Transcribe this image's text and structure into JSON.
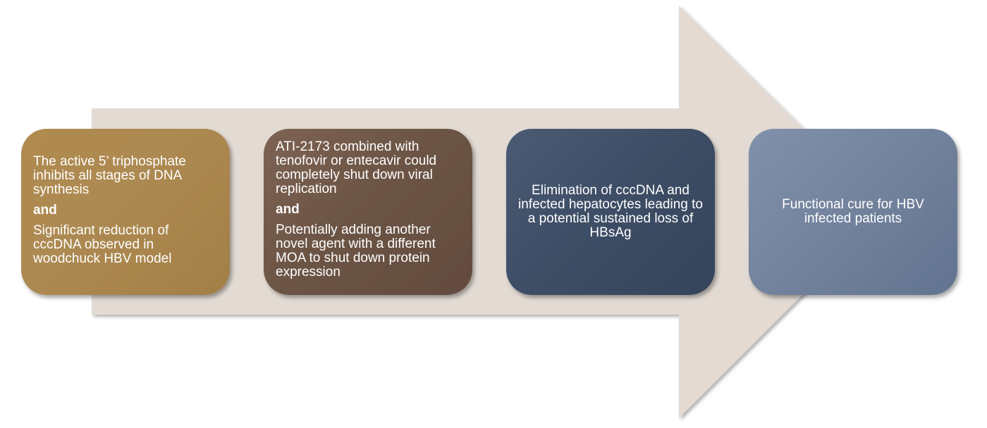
{
  "colors": {
    "arrow": "#e3dbd3",
    "box_1": "#ad8a52",
    "box_2": "#6c5545",
    "box_3": "#3e4e66",
    "box_4": "#74849e",
    "text": "#ffffff"
  },
  "steps": [
    {
      "text_a": "The active 5’ triphosphate inhibits all stages of DNA synthesis",
      "conjunction": "and",
      "text_b": "Significant reduction of cccDNA observed in woodchuck HBV model"
    },
    {
      "text_a": "ATI-2173 combined with tenofovir or entecavir could completely shut down viral replication",
      "conjunction": "and",
      "text_b": "Potentially adding another novel agent with a different MOA to shut down protein expression"
    },
    {
      "text": "Elimination of cccDNA and infected hepatocytes leading to a potential sustained loss of HBsAg"
    },
    {
      "text": "Functional cure for HBV infected patients"
    }
  ]
}
